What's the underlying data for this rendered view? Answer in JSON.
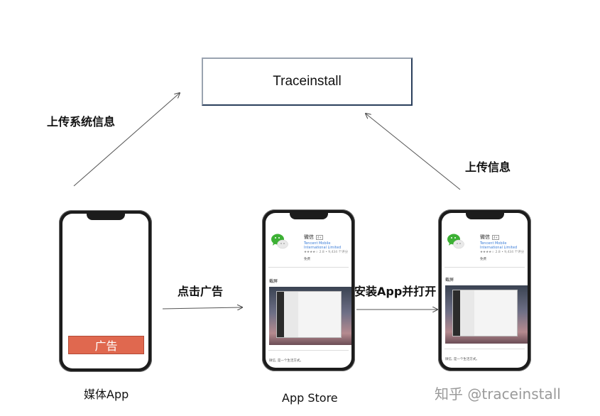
{
  "server_box": {
    "title": "Traceinstall"
  },
  "flow_labels": {
    "upload_system_info": "上传系统信息",
    "upload_info": "上传信息",
    "click_ad": "点击广告",
    "install_open": "安装App并打开"
  },
  "phones": {
    "media_app": {
      "caption": "媒体App",
      "ad_label": "广告"
    },
    "app_store": {
      "caption": "App Store",
      "app_name": "微信",
      "age_badge": "4+",
      "developer": "Tencent Mobile International Limited",
      "rating": "★★★★☆ 2.8 • 9,434 个评分",
      "price": "免费",
      "screenshots_heading": "截屏",
      "description": "微信, 是一个生活方式。"
    },
    "installed_app": {
      "app_name": "微信",
      "age_badge": "4+",
      "developer": "Tencent Mobile International Limited",
      "rating": "★★★★☆ 2.8 • 9,434 个评分",
      "price": "免费",
      "screenshots_heading": "截屏",
      "description": "微信, 是一个生活方式。"
    }
  },
  "watermark": "知乎 @traceinstall",
  "colors": {
    "ad_banner": "#e0684f",
    "wechat_green": "#3cb034",
    "box_border": "#2b3f5c"
  }
}
